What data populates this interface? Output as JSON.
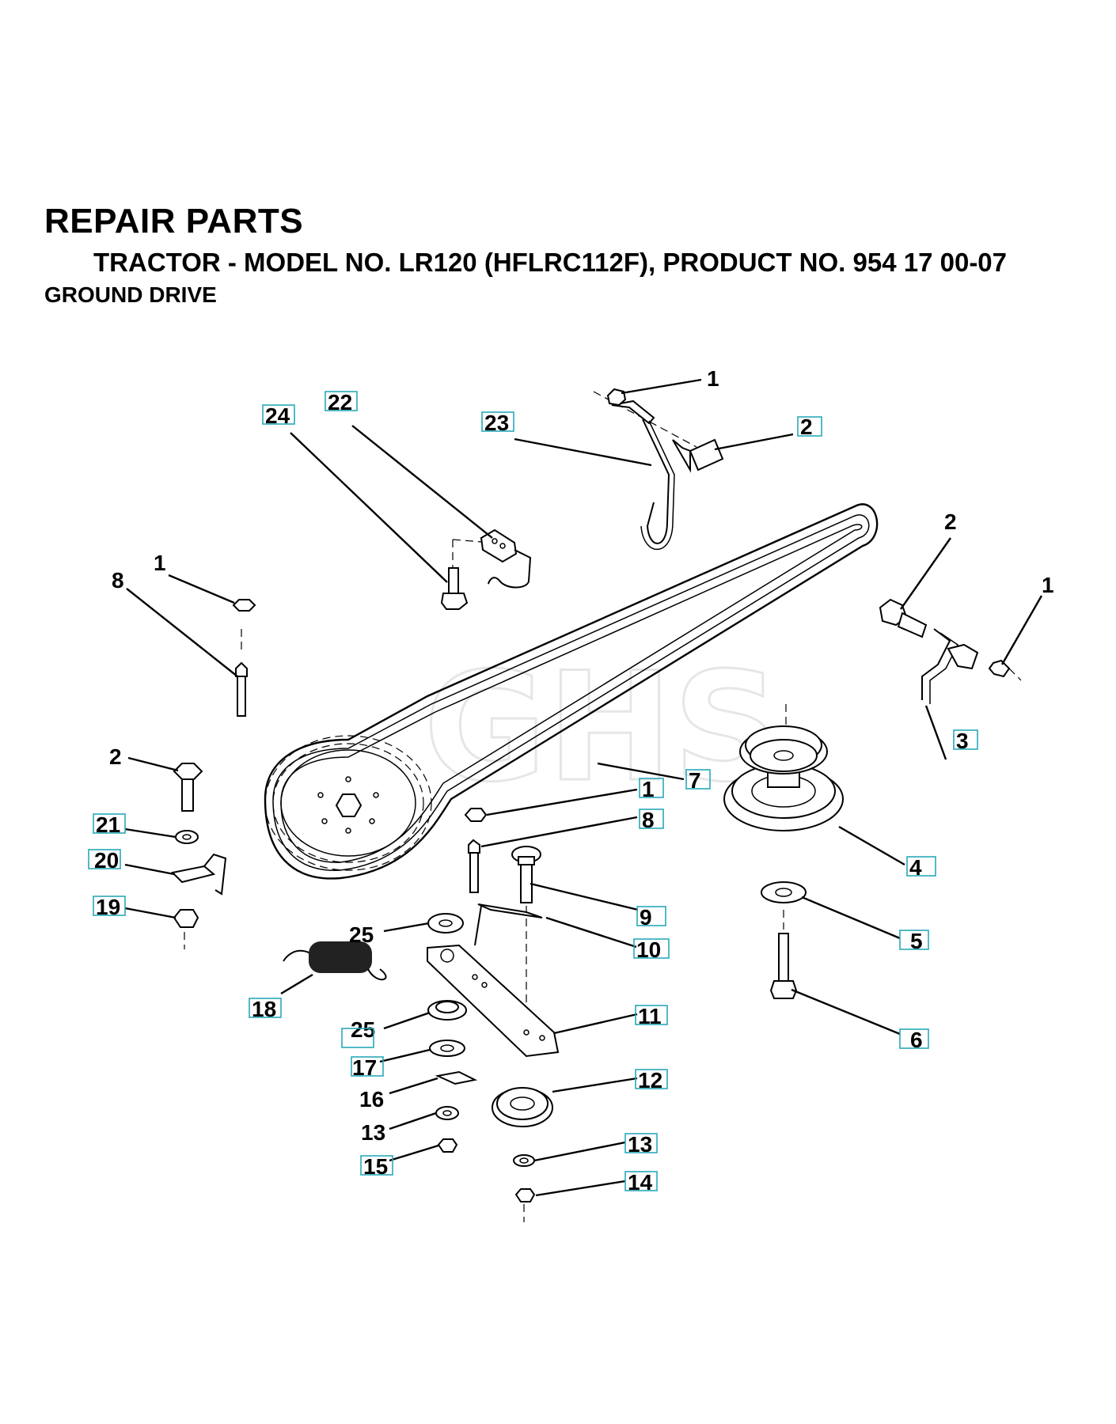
{
  "header": {
    "title": "REPAIR PARTS",
    "subtitle": "TRACTOR - MODEL NO. LR120 (HFLRC112F), PRODUCT NO. 954 17 00-07",
    "section": "GROUND DRIVE"
  },
  "watermark": "GHS",
  "callouts": [
    {
      "id": "c1a",
      "label": "1"
    },
    {
      "id": "c2a",
      "label": "2"
    },
    {
      "id": "c23",
      "label": "23"
    },
    {
      "id": "c22",
      "label": "22"
    },
    {
      "id": "c24",
      "label": "24"
    },
    {
      "id": "c2b",
      "label": "2"
    },
    {
      "id": "c1b",
      "label": "1"
    },
    {
      "id": "c1c",
      "label": "1"
    },
    {
      "id": "c8a",
      "label": "8"
    },
    {
      "id": "c3",
      "label": "3"
    },
    {
      "id": "c7",
      "label": "7"
    },
    {
      "id": "c2c",
      "label": "2"
    },
    {
      "id": "c1d",
      "label": "1"
    },
    {
      "id": "c8b",
      "label": "8"
    },
    {
      "id": "c21",
      "label": "21"
    },
    {
      "id": "c4",
      "label": "4"
    },
    {
      "id": "c20",
      "label": "20"
    },
    {
      "id": "c19",
      "label": "19"
    },
    {
      "id": "c9",
      "label": "9"
    },
    {
      "id": "c25a",
      "label": "25"
    },
    {
      "id": "c10",
      "label": "10"
    },
    {
      "id": "c5",
      "label": "5"
    },
    {
      "id": "c18",
      "label": "18"
    },
    {
      "id": "c11",
      "label": "11"
    },
    {
      "id": "c25b",
      "label": "25"
    },
    {
      "id": "c6",
      "label": "6"
    },
    {
      "id": "c17",
      "label": "17"
    },
    {
      "id": "c12",
      "label": "12"
    },
    {
      "id": "c16",
      "label": "16"
    },
    {
      "id": "c13a",
      "label": "13"
    },
    {
      "id": "c13b",
      "label": "13"
    },
    {
      "id": "c15",
      "label": "15"
    },
    {
      "id": "c14",
      "label": "14"
    }
  ]
}
